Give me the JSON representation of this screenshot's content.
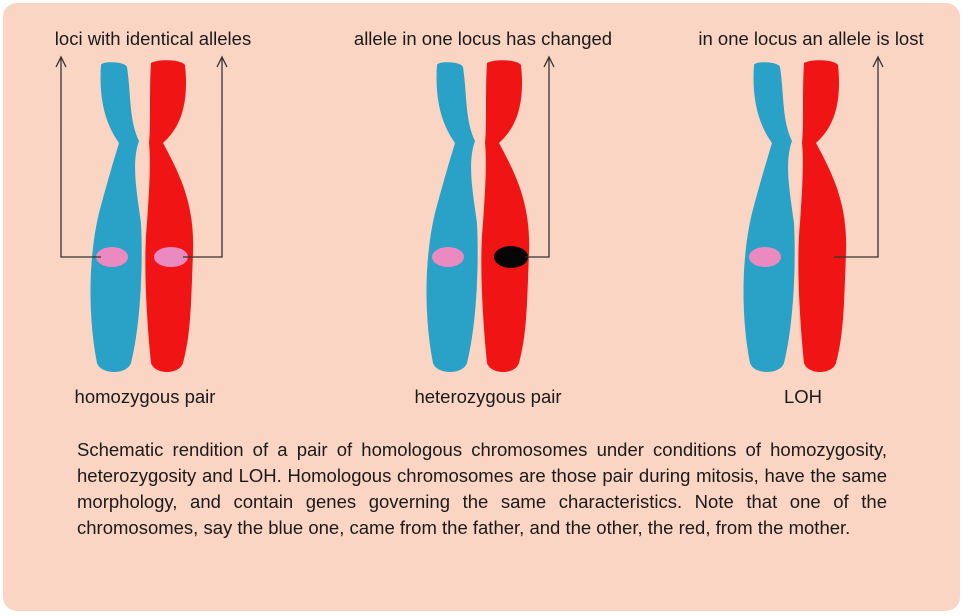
{
  "top_labels": [
    "loci with identical alleles",
    "allele in one locus has changed",
    "in one locus an allele is lost"
  ],
  "bottom_labels": [
    "homozygous pair",
    "heterozygous pair",
    "LOH"
  ],
  "caption": "Schematic rendition of a pair of homologous chromosomes under conditions of homozygosity, heterozygosity and LOH. Homologous chromosomes are those pair during mitosis, have the same morphology, and contain genes governing the same characteristics. Note that one of the chromosomes, say the blue one, came from the father, and the other, the red, from the mother.",
  "colors": {
    "background": "#fbd5c4",
    "paternal_chromosome": "#2aa1c6",
    "maternal_chromosome": "#f11414",
    "normal_allele": "#ea8ac0",
    "changed_allele": "#050505"
  }
}
